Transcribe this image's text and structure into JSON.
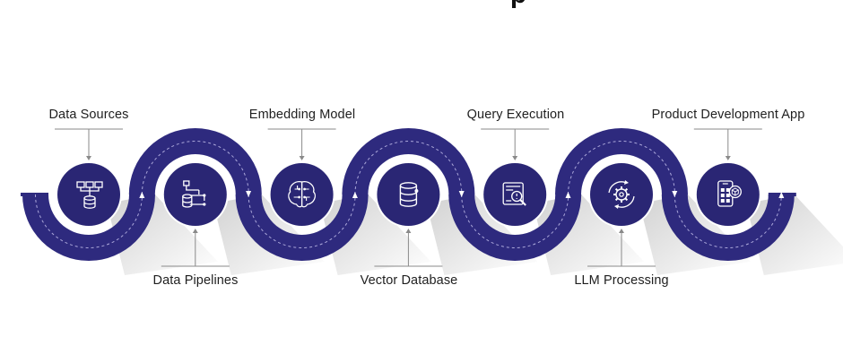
{
  "header": {
    "title": "p"
  },
  "diagram": {
    "colors": {
      "band": "#2e2a7e",
      "circle": "#2a2674",
      "ring": "#ffffff",
      "icon": "#ffffff",
      "connector": "#8a8a8a",
      "text": "#1f1f1f"
    },
    "steps": [
      {
        "label": "Data Sources",
        "icon": "hierarchy-database-icon"
      },
      {
        "label": "Data Pipelines",
        "icon": "database-pipeline-icon"
      },
      {
        "label": "Embedding Model",
        "icon": "brain-circuit-icon"
      },
      {
        "label": "Vector Database",
        "icon": "database-icon"
      },
      {
        "label": "Query Execution",
        "icon": "document-search-icon"
      },
      {
        "label": "LLM Processing",
        "icon": "gear-cycle-icon"
      },
      {
        "label": "Product Development App",
        "icon": "mobile-app-icon"
      }
    ]
  }
}
